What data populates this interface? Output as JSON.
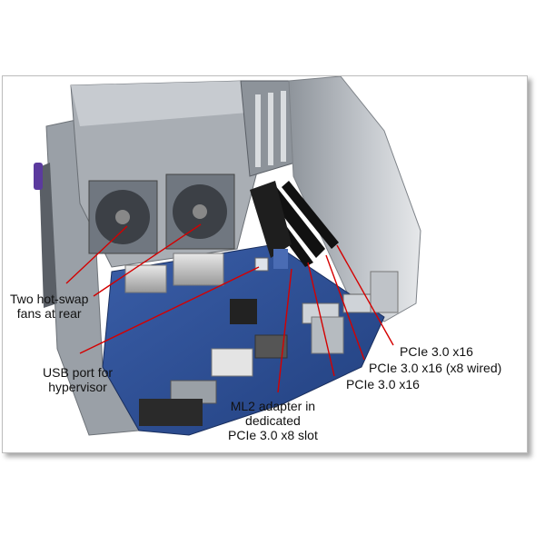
{
  "labels": {
    "fans": [
      "Two hot-swap",
      "fans at rear"
    ],
    "usb": [
      "USB port for",
      "hypervisor"
    ],
    "ml2": [
      "ML2 adapter in",
      "dedicated",
      "PCIe 3.0 x8 slot"
    ],
    "pcie_a": "PCIe 3.0 x16",
    "pcie_b": "PCIe 3.0 x16 (x8 wired)",
    "pcie_c": "PCIe 3.0 x16"
  },
  "colors": {
    "callout_line": "#d40000",
    "chassis": "#b8bcc2",
    "motherboard": "#2d4f9a"
  }
}
